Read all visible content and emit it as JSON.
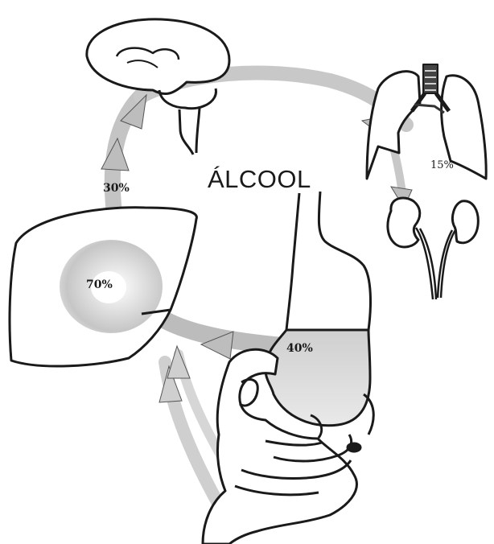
{
  "title": "ÁLCOOL",
  "labels": {
    "brain_pathway": "30%",
    "liver": "70%",
    "stomach": "40%",
    "lungs": "15%"
  },
  "organs": [
    "brain-icon",
    "lungs-icon",
    "kidneys-icon",
    "liver-icon",
    "stomach-icon",
    "intestines-icon",
    "esophagus-icon"
  ],
  "colors": {
    "ink": "#1a1a1a",
    "arrow": "#bdbdbd",
    "shade": "#cfcfcf"
  }
}
